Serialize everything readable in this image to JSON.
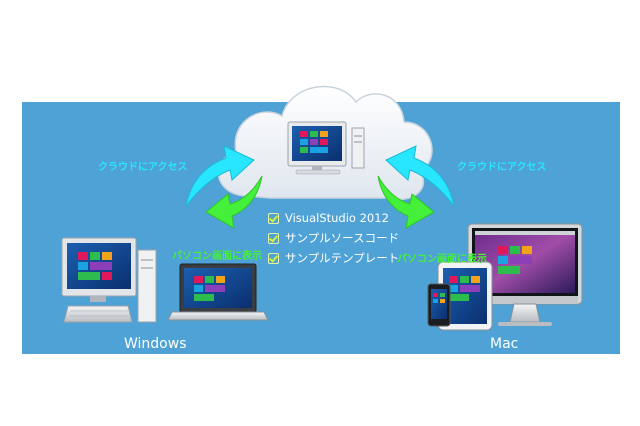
{
  "labels": {
    "cloud_access_left": "クラウドにアクセス",
    "cloud_access_right": "クラウドにアクセス",
    "display_left": "パソコン画面に表示",
    "display_right": "パソコン画面に表示",
    "windows": "Windows",
    "mac": "Mac"
  },
  "checklist": [
    "VisualStudio 2012",
    "サンプルソースコード",
    "サンプルテンプレート"
  ],
  "colors": {
    "panel": "#4ea2d6",
    "cyan_arrow": "#28e6ff",
    "green_arrow": "#45f03a",
    "tile_accent": "#e0185a"
  }
}
